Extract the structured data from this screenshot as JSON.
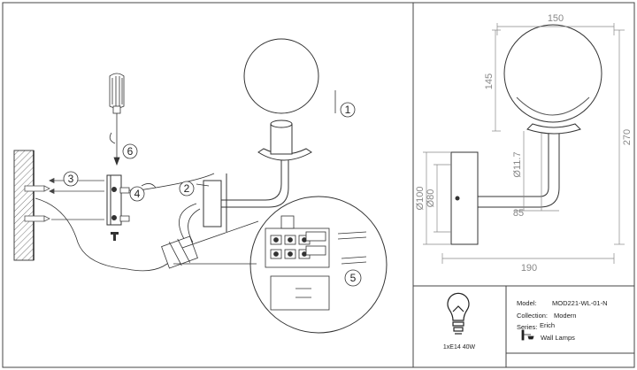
{
  "steps": [
    "1",
    "2",
    "3",
    "4",
    "5",
    "6"
  ],
  "dimensions": {
    "globe_width": "150",
    "globe_height": "145",
    "total_height": "270",
    "base_outer": "Ø100",
    "base_inner": "Ø80",
    "tube": "Ø11.7",
    "arm_height": "85",
    "projection": "190"
  },
  "spec": {
    "bulb": "1xE14 40W",
    "model_label": "Model:",
    "model_value": "MOD221-WL-01-N",
    "collection_label": "Collection:",
    "collection_value": "Modern",
    "series_label": "Series:",
    "series_value": "Erich",
    "type_value": "Wall Lamps"
  },
  "colors": {
    "line": "#444444",
    "dimension": "#888888",
    "dim_highlight": "#9fb0c8"
  }
}
